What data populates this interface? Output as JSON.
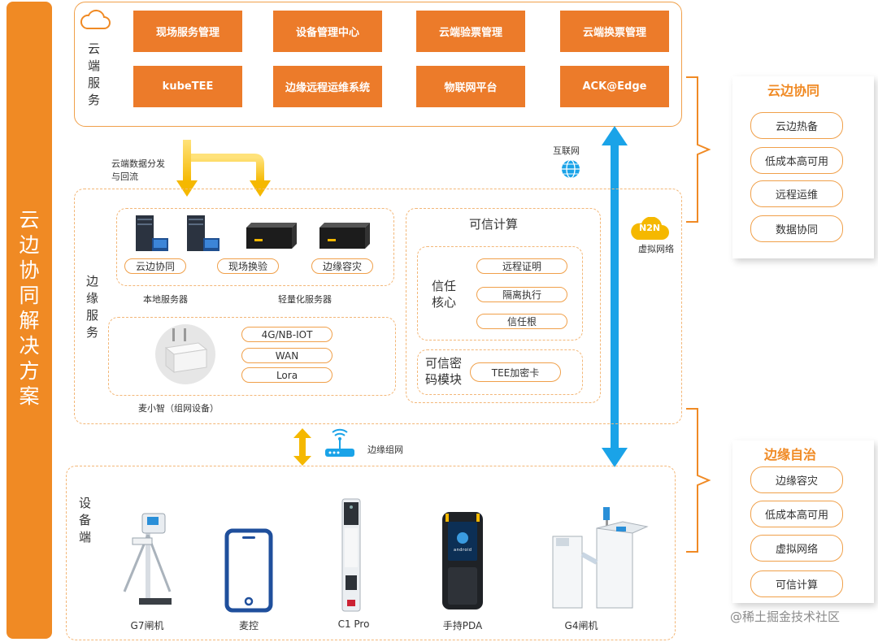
{
  "left_title": "云边协同解决方案",
  "cloud": {
    "label": "云端服务",
    "buttons": [
      "现场服务管理",
      "设备管理中心",
      "云端验票管理",
      "云端换票管理",
      "kubeTEE",
      "边缘远程运维系统",
      "物联网平台",
      "ACK@Edge"
    ]
  },
  "flow": {
    "data_label_1": "云端数据分发",
    "data_label_2": "与回流",
    "internet_label": "互联网",
    "n2n_label": "N2N",
    "vnet_label": "虚拟网络",
    "edge_net_label": "边缘组网"
  },
  "edge": {
    "label": "边缘服务",
    "local_server_label": "本地服务器",
    "light_server_label": "轻量化服务器",
    "server_tags": [
      "云边协同",
      "现场换验",
      "边缘容灾"
    ],
    "gateway_label": "麦小智（组网设备）",
    "gateway_pills": [
      "4G/NB-IOT",
      "WAN",
      "Lora"
    ],
    "trusted": {
      "title": "可信计算",
      "core_label": "信任核心",
      "core_items": [
        "远程证明",
        "隔离执行",
        "信任根"
      ],
      "crypto_label": "可信密码模块",
      "crypto_item": "TEE加密卡"
    }
  },
  "device": {
    "label": "设备端",
    "items": [
      "G7闸机",
      "麦控",
      "C1 Pro",
      "手持PDA",
      "G4闸机"
    ],
    "screen_text": "android"
  },
  "right_top": {
    "title": "云边协同",
    "items": [
      "云边热备",
      "低成本高可用",
      "远程运维",
      "数据协同"
    ]
  },
  "right_bottom": {
    "title": "边缘自治",
    "items": [
      "边缘容灾",
      "低成本高可用",
      "虚拟网络",
      "可信计算"
    ]
  },
  "watermark": "@稀土掘金技术社区",
  "colors": {
    "orange": "#f08a24",
    "button": "#ec7b2a",
    "blue_arrow": "#1aa3e8",
    "yellow_arrow": "#f5b800"
  }
}
